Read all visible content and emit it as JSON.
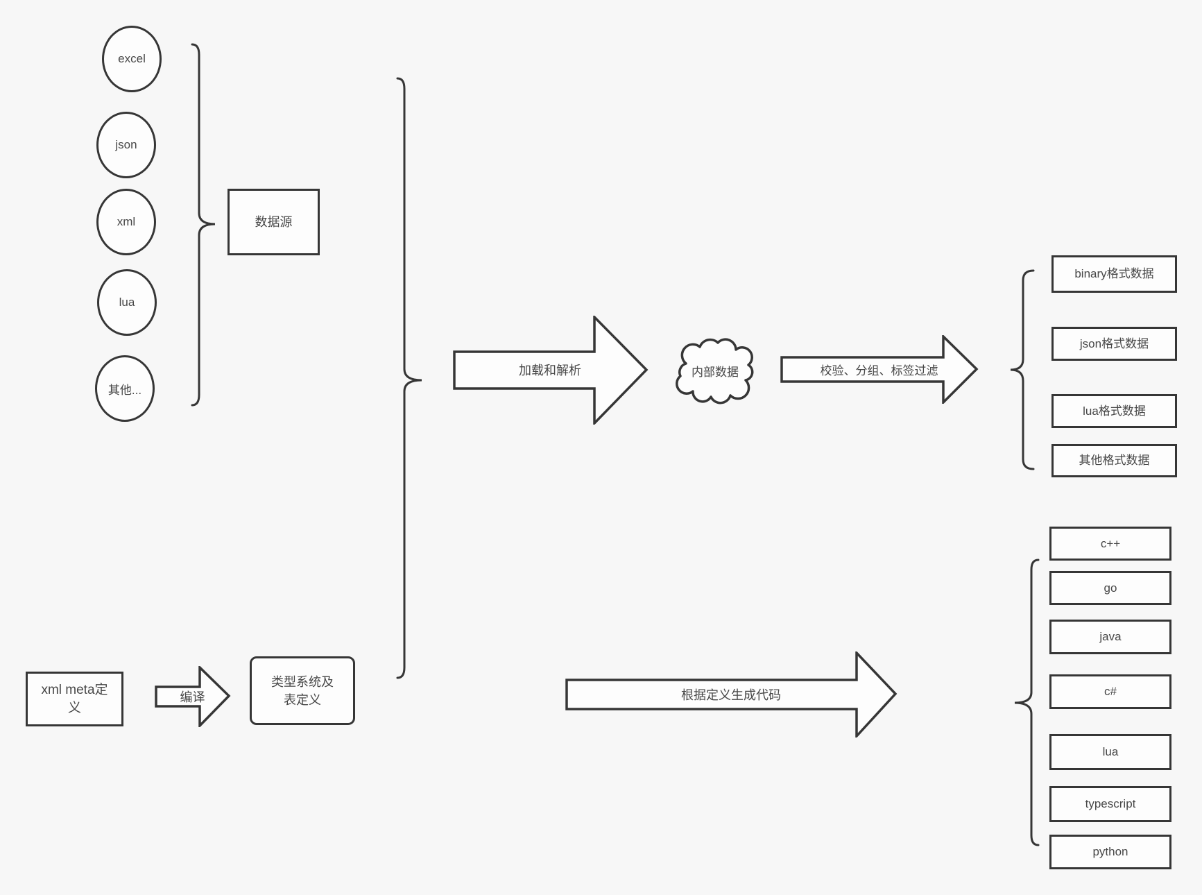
{
  "diagram": {
    "title": "data pipeline flowchart",
    "colors": {
      "background": "#f7f7f7",
      "shape_fill": "#fdfdfd",
      "stroke": "#363636",
      "text": "#474747"
    }
  },
  "sources": {
    "group_label": "数据源",
    "items": [
      {
        "label": "excel"
      },
      {
        "label": "json"
      },
      {
        "label": "xml"
      },
      {
        "label": "lua"
      },
      {
        "label": "其他..."
      }
    ]
  },
  "flows": {
    "load_parse_label": "加载和解析",
    "filter_label": "校验、分组、标签过滤",
    "compile_label": "编译",
    "generate_label": "根据定义生成代码"
  },
  "internal": {
    "cloud_label": "内部数据"
  },
  "definitions": {
    "meta_label": "xml meta定义",
    "type_system_label": "类型系统及表定义"
  },
  "outputs": {
    "formats": [
      {
        "label": "binary格式数据"
      },
      {
        "label": "json格式数据"
      },
      {
        "label": "lua格式数据"
      },
      {
        "label": "其他格式数据"
      }
    ],
    "languages": [
      {
        "label": "c++"
      },
      {
        "label": "go"
      },
      {
        "label": "java"
      },
      {
        "label": "c#"
      },
      {
        "label": "lua"
      },
      {
        "label": "typescript"
      },
      {
        "label": "python"
      }
    ]
  }
}
